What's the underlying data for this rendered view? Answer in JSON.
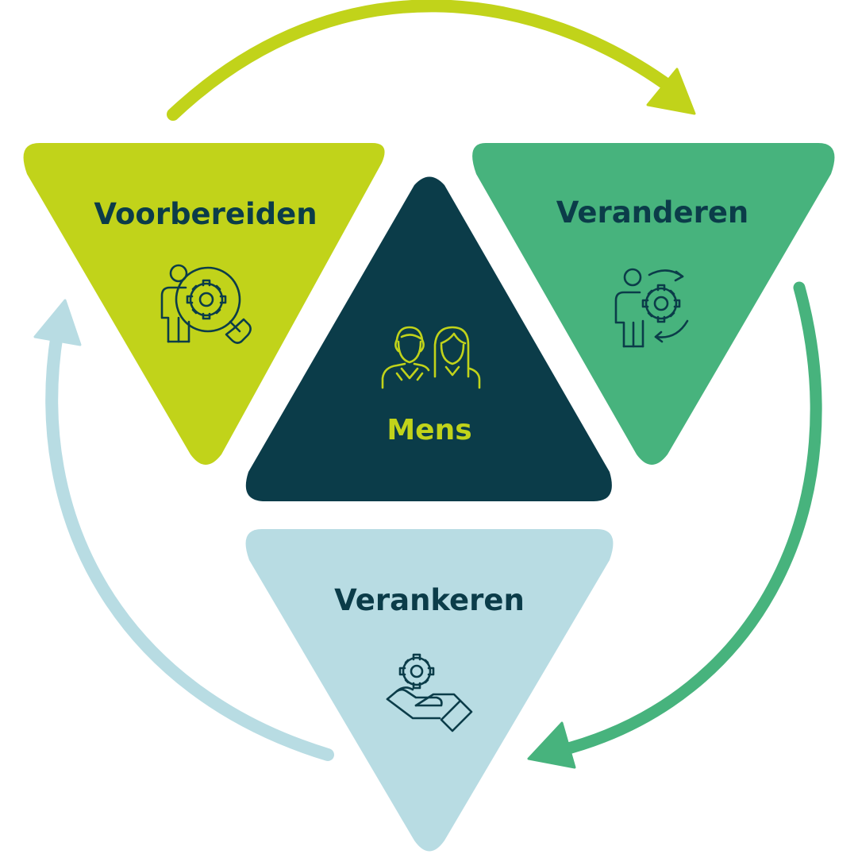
{
  "colors": {
    "lime": "#c1d31a",
    "green": "#47b37d",
    "dark": "#0b3c49",
    "light_blue": "#b8dce3",
    "white": "#ffffff"
  },
  "stages": {
    "prepare": {
      "label": "Voorbereiden",
      "icon": "person-gear-magnifier-icon"
    },
    "change": {
      "label": "Veranderen",
      "icon": "person-gear-cycle-icon"
    },
    "anchor": {
      "label": "Verankeren",
      "icon": "gear-on-hand-icon"
    },
    "center": {
      "label": "Mens",
      "icon": "two-people-icon"
    }
  },
  "cycle": {
    "arrows": [
      "lime-arrow-prepare-to-change",
      "green-arrow-change-to-anchor",
      "blue-arrow-anchor-to-prepare"
    ]
  }
}
